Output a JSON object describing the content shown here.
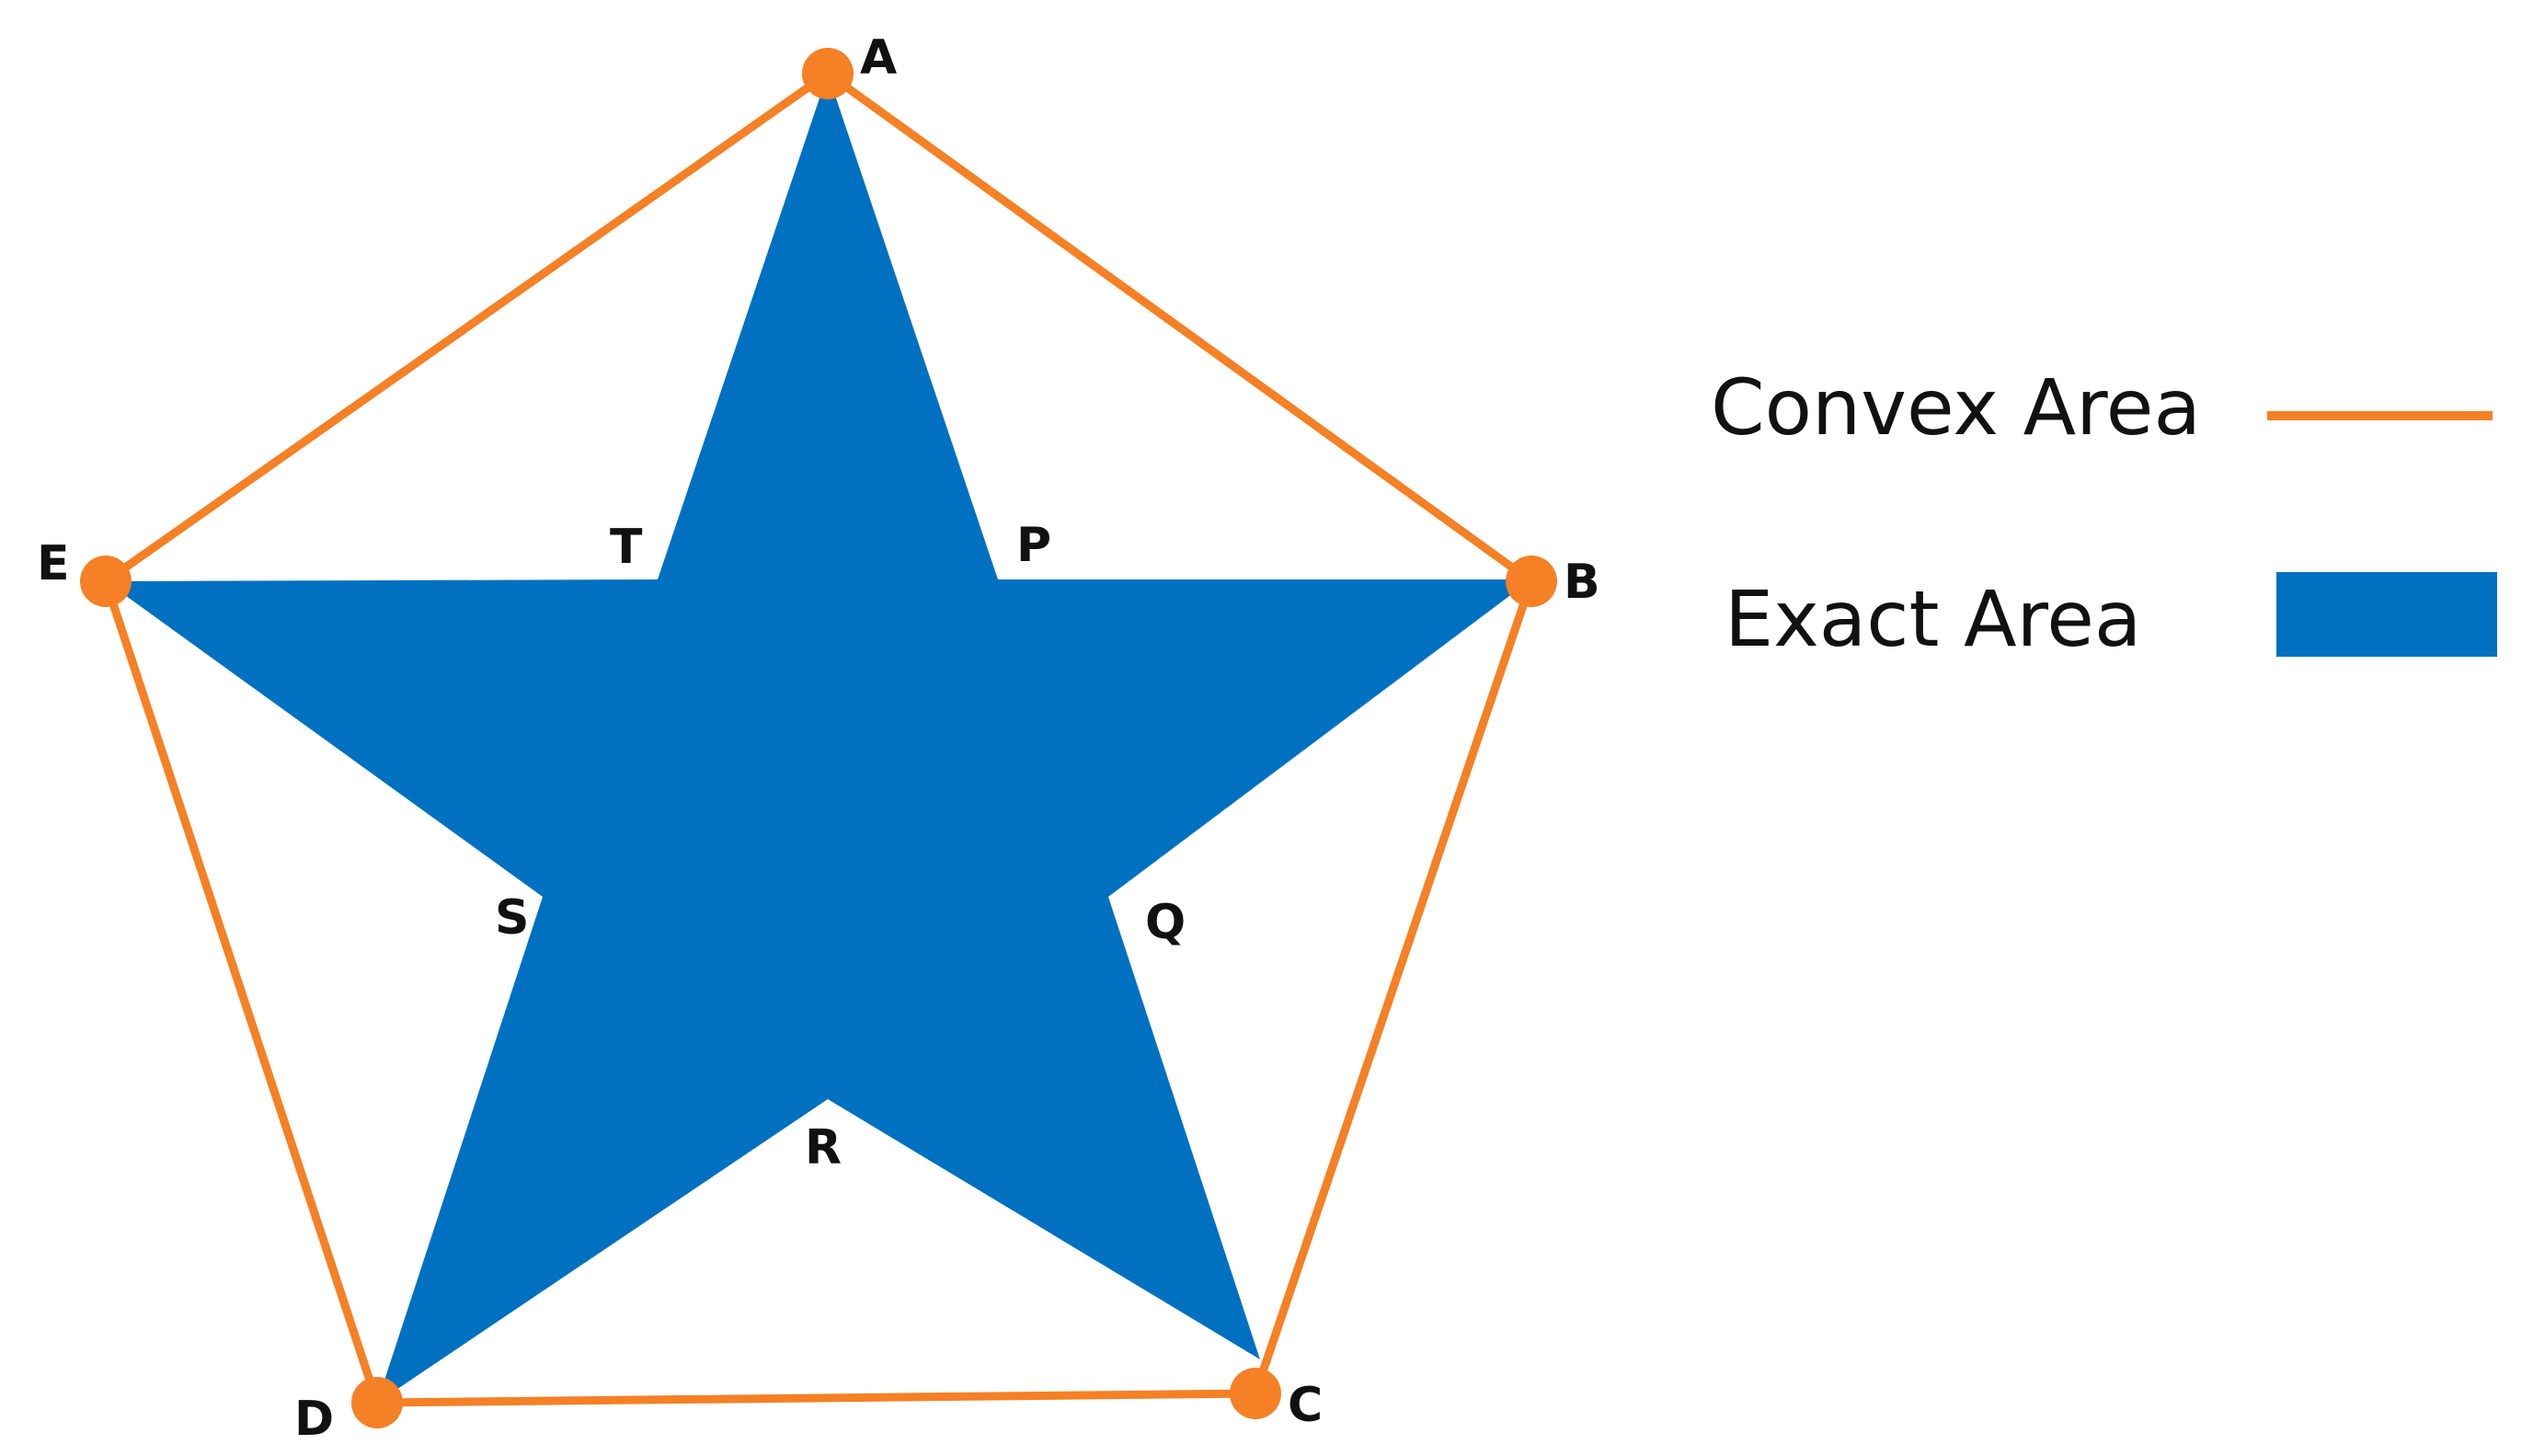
{
  "colors": {
    "convex": "#F58025",
    "exact": "#0070C0",
    "text": "#111111",
    "background": "#FFFFFF"
  },
  "vertices": {
    "A": "A",
    "B": "B",
    "C": "C",
    "D": "D",
    "E": "E"
  },
  "inner_points": {
    "P": "P",
    "Q": "Q",
    "R": "R",
    "S": "S",
    "T": "T"
  },
  "legend": {
    "convex_label": "Convex Area",
    "exact_label": "Exact Area"
  }
}
